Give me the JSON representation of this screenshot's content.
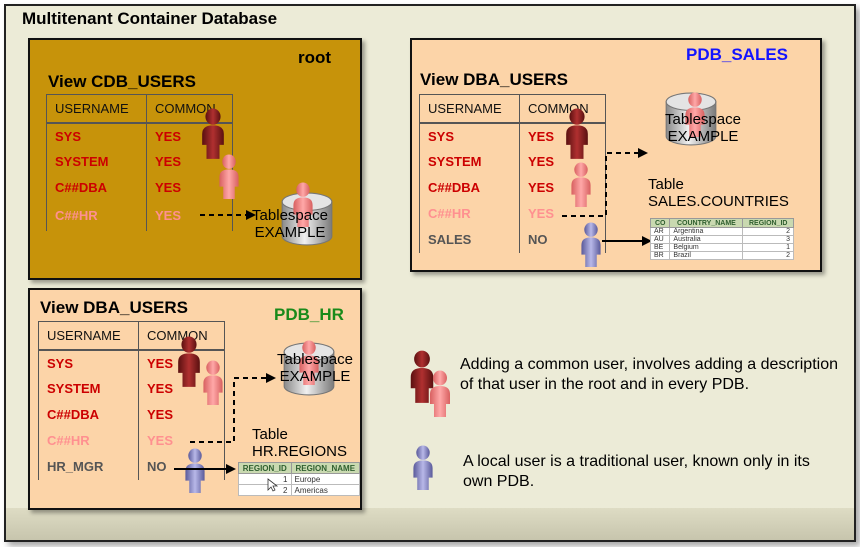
{
  "outer_title": "Multitenant Container Database",
  "colors": {
    "red_text": "#cc0000",
    "pink_text": "#ff9090",
    "gray_text": "#555555",
    "root_bg": "#c7930a",
    "pdb_bg": "#fcd4a8",
    "sales_label": "#1414ff",
    "hr_label": "#1a8a1a"
  },
  "root": {
    "label": "root",
    "view_title": "View CDB_USERS",
    "headers": [
      "USERNAME",
      "COMMON"
    ],
    "rows": [
      {
        "user": "SYS",
        "common": "YES"
      },
      {
        "user": "SYSTEM",
        "common": "YES"
      },
      {
        "user": "C##DBA",
        "common": "YES"
      },
      {
        "user": "C##HR",
        "common": "YES"
      }
    ],
    "tablespace": [
      "Tablespace",
      "EXAMPLE"
    ]
  },
  "pdb_sales": {
    "label": "PDB_SALES",
    "view_title": "View DBA_USERS",
    "headers": [
      "USERNAME",
      "COMMON"
    ],
    "rows": [
      {
        "user": "SYS",
        "common": "YES"
      },
      {
        "user": "SYSTEM",
        "common": "YES"
      },
      {
        "user": "C##DBA",
        "common": "YES"
      },
      {
        "user": "C##HR",
        "common": "YES"
      },
      {
        "user": "SALES",
        "common": "NO"
      }
    ],
    "tablespace": [
      "Tablespace",
      "EXAMPLE"
    ],
    "table_label": [
      "Table",
      "SALES.COUNTRIES"
    ],
    "countries": {
      "headers": [
        "CO",
        "COUNTRY_NAME",
        "REGION_ID"
      ],
      "rows": [
        [
          "AR",
          "Argentina",
          "2"
        ],
        [
          "AU",
          "Australia",
          "3"
        ],
        [
          "BE",
          "Belgium",
          "1"
        ],
        [
          "BR",
          "Brazil",
          "2"
        ]
      ]
    }
  },
  "pdb_hr": {
    "label": "PDB_HR",
    "view_title": "View DBA_USERS",
    "headers": [
      "USERNAME",
      "COMMON"
    ],
    "rows": [
      {
        "user": "SYS",
        "common": "YES"
      },
      {
        "user": "SYSTEM",
        "common": "YES"
      },
      {
        "user": "C##DBA",
        "common": "YES"
      },
      {
        "user": "C##HR",
        "common": "YES"
      },
      {
        "user": "HR_MGR",
        "common": "NO"
      }
    ],
    "tablespace": [
      "Tablespace",
      "EXAMPLE"
    ],
    "table_label": [
      "Table",
      "HR.REGIONS"
    ],
    "regions": {
      "headers": [
        "REGION_ID",
        "REGION_NAME"
      ],
      "rows": [
        [
          "1",
          "Europe"
        ],
        [
          "2",
          "Americas"
        ]
      ]
    }
  },
  "notes": {
    "common": "Adding a common user, involves adding a description of that user in the root  and in every PDB.",
    "local": "A local user is a traditional user, known only in its own PDB."
  },
  "icons": {
    "common_user": "person-red-icon",
    "common_user_pink": "person-pink-icon",
    "local_user": "person-blue-icon",
    "tablespace": "database-cylinder-icon"
  }
}
